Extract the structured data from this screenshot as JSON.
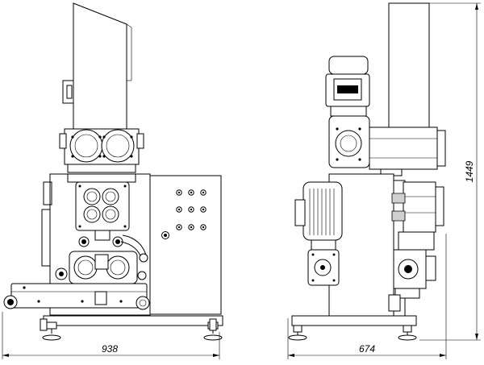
{
  "drawing": {
    "front_view": {
      "width_dimension": "938"
    },
    "side_view": {
      "width_dimension": "674",
      "height_dimension": "1449"
    },
    "colors": {
      "line": "#000000",
      "background": "#ffffff",
      "shade": "#cfcfcf"
    }
  }
}
